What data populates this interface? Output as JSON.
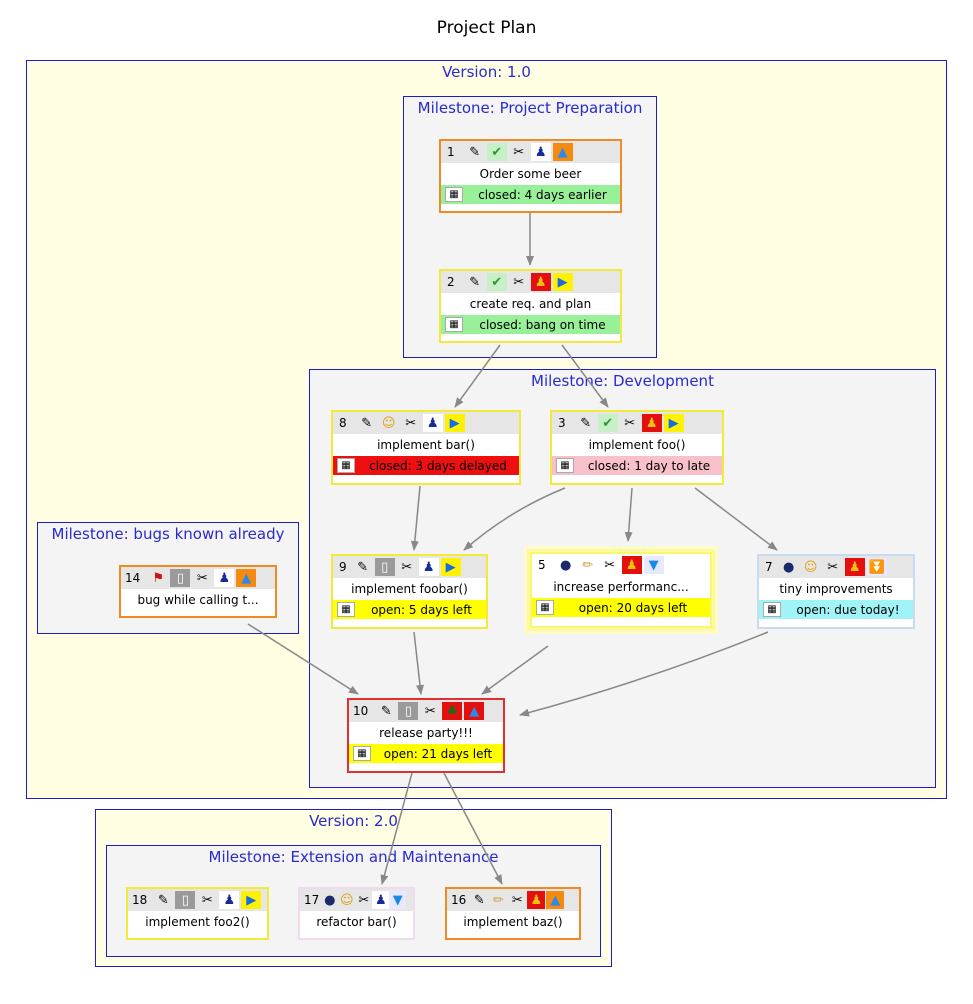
{
  "title": "Project Plan",
  "colors": {
    "cluster_border": "#1c1ccc",
    "version_bg": "#fffde2",
    "milestone_bg": "#f4f4f4",
    "edge": "#888888"
  },
  "clusters": {
    "v1": "Version: 1.0",
    "v2": "Version: 2.0",
    "prep": "Milestone: Project Preparation",
    "dev": "Milestone: Development",
    "bugs": "Milestone: bugs known already",
    "ext": "Milestone: Extension and Maintenance"
  },
  "tasks": {
    "t1": {
      "id": "1",
      "name": "Order some beer",
      "status": "closed: 4 days earlier",
      "icons": [
        "edit-icon",
        "check-icon",
        "tools-icon",
        "person-icon",
        "priority-up-icon"
      ]
    },
    "t2": {
      "id": "2",
      "name": "create req. and plan",
      "status": "closed: bang on time",
      "icons": [
        "edit-icon",
        "check-icon",
        "tools-icon",
        "person-icon",
        "play-icon"
      ]
    },
    "t8": {
      "id": "8",
      "name": "implement bar()",
      "status": "closed: 3 days delayed",
      "icons": [
        "edit-icon",
        "smiley-icon",
        "tools-icon",
        "person-icon",
        "play-icon"
      ]
    },
    "t3": {
      "id": "3",
      "name": "implement foo()",
      "status": "closed: 1 day to late",
      "icons": [
        "edit-icon",
        "check-icon",
        "tools-icon",
        "person-icon",
        "play-icon"
      ]
    },
    "t14": {
      "id": "14",
      "name": "bug while calling t...",
      "icons": [
        "flag-icon",
        "document-icon",
        "tools-icon",
        "person-icon",
        "priority-up-icon"
      ]
    },
    "t9": {
      "id": "9",
      "name": "implement foobar()",
      "status": "open: 5 days left",
      "icons": [
        "edit-icon",
        "document-icon",
        "tools-icon",
        "person-icon",
        "play-icon"
      ]
    },
    "t5": {
      "id": "5",
      "name": "increase performanc...",
      "status": "open: 20 days left",
      "icons": [
        "globe-icon",
        "pencil-icon",
        "tools-icon",
        "person-icon",
        "down-icon"
      ]
    },
    "t7": {
      "id": "7",
      "name": "tiny improvements",
      "status": "open: due today!",
      "icons": [
        "globe-icon",
        "smiley-icon",
        "tools-icon",
        "person-icon",
        "down-double-icon"
      ]
    },
    "t10": {
      "id": "10",
      "name": "release party!!!",
      "status": "open: 21 days left",
      "icons": [
        "edit-icon",
        "document-icon",
        "tools-icon",
        "group-icon",
        "priority-up-icon"
      ]
    },
    "t18": {
      "id": "18",
      "name": "implement foo2()",
      "icons": [
        "edit-icon",
        "document-icon",
        "tools-icon",
        "person-icon",
        "play-icon"
      ]
    },
    "t17": {
      "id": "17",
      "name": "refactor bar()",
      "icons": [
        "globe-icon",
        "smiley-icon",
        "tools-icon",
        "person-icon",
        "down-icon"
      ]
    },
    "t16": {
      "id": "16",
      "name": "implement baz()",
      "icons": [
        "edit-icon",
        "pencil-icon",
        "tools-icon",
        "person-icon",
        "priority-up-icon"
      ]
    }
  },
  "edges": [
    [
      "1",
      "2"
    ],
    [
      "2",
      "8"
    ],
    [
      "2",
      "3"
    ],
    [
      "8",
      "9"
    ],
    [
      "3",
      "9"
    ],
    [
      "3",
      "5"
    ],
    [
      "3",
      "7"
    ],
    [
      "14",
      "10"
    ],
    [
      "9",
      "10"
    ],
    [
      "5",
      "10"
    ],
    [
      "7",
      "10"
    ],
    [
      "10",
      "17"
    ],
    [
      "10",
      "16"
    ]
  ]
}
